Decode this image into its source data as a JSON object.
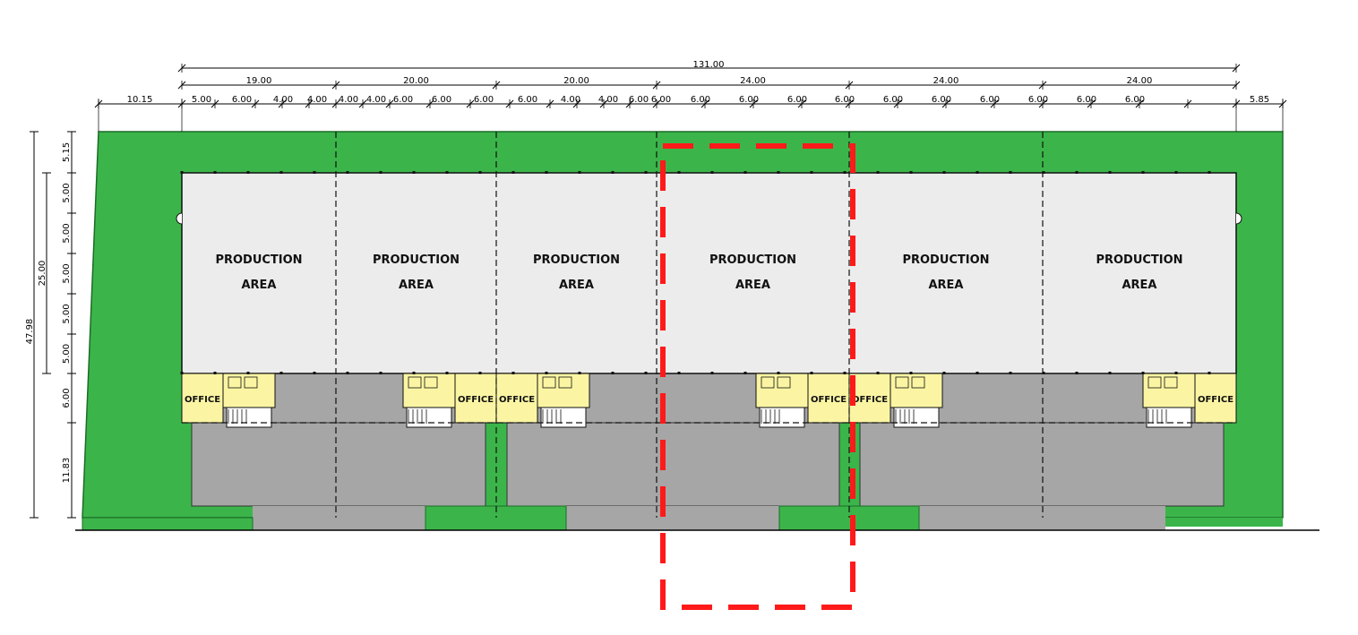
{
  "colors": {
    "site_green": "#3bb54a",
    "production_area": "#ececec",
    "yard": "#a6a6a6",
    "office": "#fbf5a3",
    "highlight": "#ff1a1a"
  },
  "top_dimensions": {
    "total": "131.00",
    "units": [
      "19.00",
      "20.00",
      "20.00",
      "24.00",
      "24.00",
      "24.00"
    ],
    "left_offset": "10.15",
    "right_offset": "5.85",
    "bays": [
      "5.00",
      "6.00",
      "4.00",
      "4.00",
      "4.00",
      "4.00",
      "6.00",
      "6.00",
      "6.00",
      "6.00",
      "4.00",
      "4.00",
      "6.00",
      "6.00",
      "6.00",
      "6.00",
      "6.00",
      "6.00",
      "6.00",
      "6.00",
      "6.00",
      "6.00",
      "6.00",
      "6.00"
    ]
  },
  "side_dimensions": {
    "overall": "47.98",
    "building": "25.00",
    "segments": [
      "5.15",
      "5.00",
      "5.00",
      "5.00",
      "5.00",
      "5.00",
      "6.00",
      "11.83"
    ]
  },
  "units": [
    {
      "line1": "PRODUCTION",
      "line2": "AREA",
      "office": "OFFICE"
    },
    {
      "line1": "PRODUCTION",
      "line2": "AREA",
      "office": "OFFICE"
    },
    {
      "line1": "PRODUCTION",
      "line2": "AREA",
      "office": "OFFICE"
    },
    {
      "line1": "PRODUCTION",
      "line2": "AREA",
      "office": "OFFICE"
    },
    {
      "line1": "PRODUCTION",
      "line2": "AREA",
      "office": "OFFICE"
    },
    {
      "line1": "PRODUCTION",
      "line2": "AREA",
      "office": "OFFICE"
    }
  ]
}
